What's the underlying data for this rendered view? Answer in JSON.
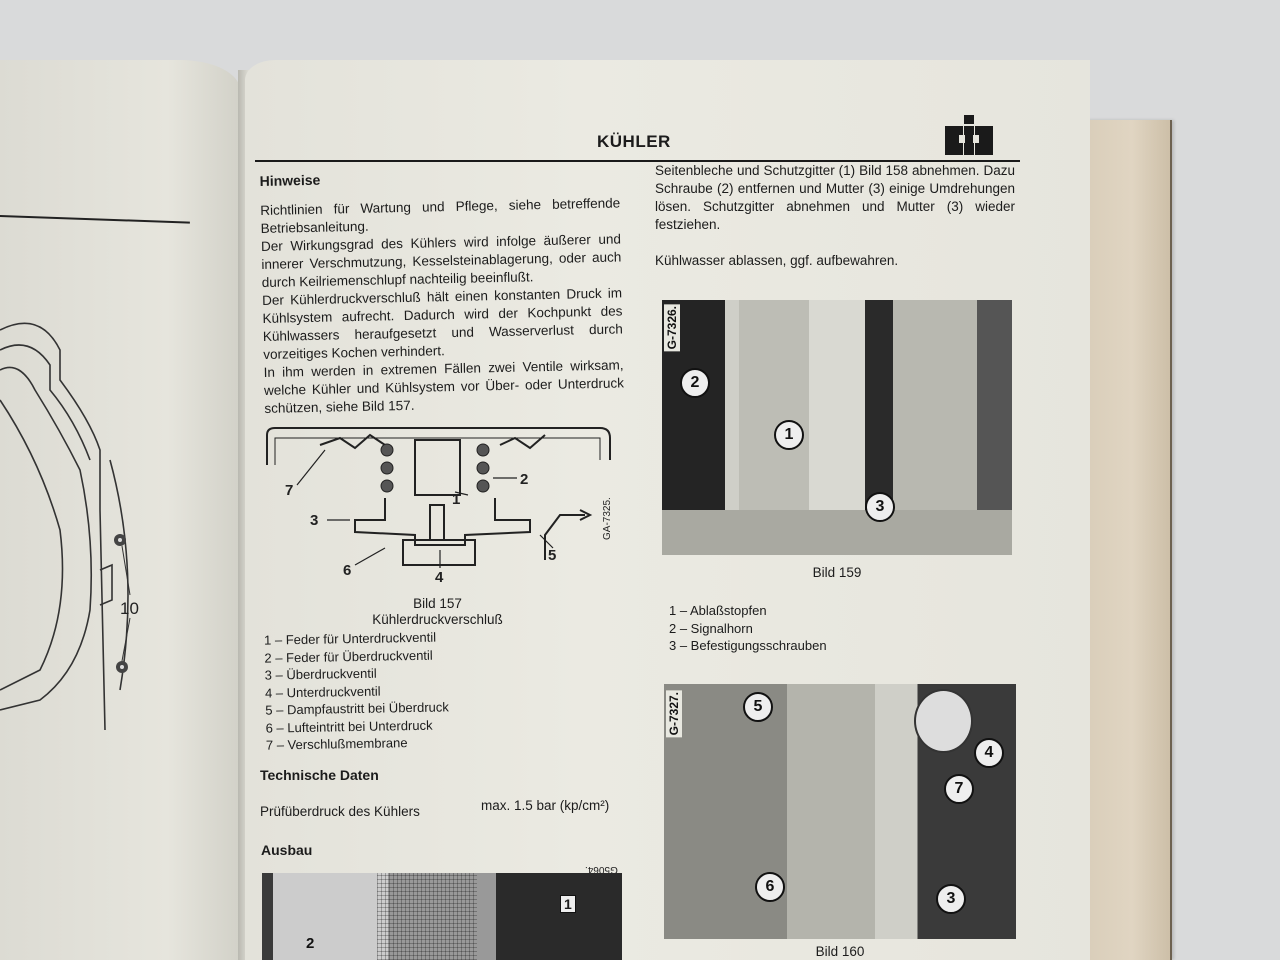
{
  "page": {
    "header": {
      "title": "KÜHLER",
      "logo": "ih-logo"
    },
    "left_page": {
      "callout_label": "10"
    },
    "hinweise": {
      "heading": "Hinweise",
      "paragraphs": [
        "Richtlinien für Wartung und Pflege, siehe betreffende Betriebsanleitung.",
        "Der Wirkungsgrad des Kühlers wird infolge äußerer und innerer Verschmutzung, Kesselsteinablagerung, oder auch durch Keilriemenschlupf nachteilig beeinflußt.",
        "Der Kühlerdruckverschluß hält einen konstanten Druck im Kühlsystem aufrecht. Dadurch wird der Kochpunkt des Kühlwassers heraufgesetzt und Wasserverlust durch vorzeitiges Kochen verhindert.",
        "In ihm werden in extremen Fällen zwei Ventile wirksam, welche Kühler und Kühlsystem vor Über- oder Unterdruck schützen, siehe Bild 157."
      ]
    },
    "figure157": {
      "code": "GA-7325.",
      "caption": "Bild 157",
      "subtitle": "Kühlerdruckverschluß",
      "callouts": [
        "1",
        "2",
        "3",
        "4",
        "5",
        "6",
        "7"
      ],
      "legend": [
        "1 – Feder für Unterdruckventil",
        "2 – Feder für Überdruckventil",
        "3 – Überdruckventil",
        "4 – Unterdruckventil",
        "5 – Dampfaustritt bei Überdruck",
        "6 – Lufteintritt bei Unterdruck",
        "7 – Verschlußmembrane"
      ]
    },
    "technische_daten": {
      "heading": "Technische Daten",
      "label": "Prüfüberdruck des Kühlers",
      "value": "max. 1.5 bar (kp/cm²)"
    },
    "ausbau": {
      "heading": "Ausbau",
      "figure_code": "G5064.",
      "callouts": [
        "1",
        "2"
      ]
    },
    "right_column": {
      "paragraph1": "Seitenbleche und Schutzgitter (1) Bild 158 abnehmen. Dazu Schraube (2) entfernen und Mutter (3) einige Umdrehungen lösen. Schutzgitter abnehmen und Mutter (3) wieder festziehen.",
      "paragraph2": "Kühlwasser ablassen, ggf. aufbewahren."
    },
    "figure159": {
      "code": "G-7326.",
      "caption": "Bild 159",
      "callouts": [
        "1",
        "2",
        "3"
      ],
      "legend": [
        "1 – Ablaßstopfen",
        "2 – Signalhorn",
        "3 – Befestigungsschrauben"
      ]
    },
    "figure160": {
      "code": "G-7327.",
      "caption": "Bild 160",
      "callouts": [
        "3",
        "4",
        "5",
        "6",
        "7"
      ]
    }
  }
}
